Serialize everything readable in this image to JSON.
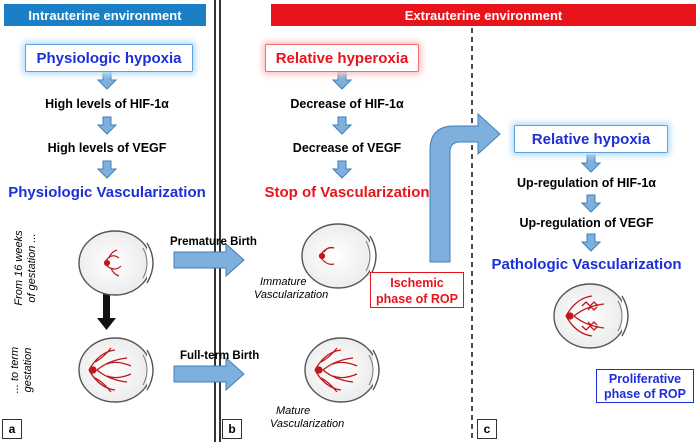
{
  "headers": {
    "intrauterine": "Intrauterine environment",
    "extrauterine": "Extrauterine environment"
  },
  "panel_a": {
    "box": "Physiologic hypoxia",
    "step1": "High levels of HIF-1α",
    "step2": "High levels of VEGF",
    "result": "Physiologic Vascularization",
    "side_top": [
      "From 16 weeks",
      "of gestation ..."
    ],
    "side_bottom": [
      "... to term",
      "gestation"
    ],
    "label": "a"
  },
  "panel_b": {
    "box": "Relative hyperoxia",
    "step1": "Decrease of HIF-1α",
    "step2": "Decrease of VEGF",
    "result": "Stop of Vascularization",
    "premature": "Premature Birth",
    "fullterm": "Full-term Birth",
    "immature": [
      "Immature",
      "Vascularization"
    ],
    "mature": [
      "Mature",
      "Vascularization"
    ],
    "ischemic": [
      "Ischemic",
      "phase of ROP"
    ],
    "label": "b"
  },
  "panel_c": {
    "box": "Relative hypoxia",
    "step1": "Up-regulation of HIF-1α",
    "step2": "Up-regulation of VEGF",
    "result": "Pathologic Vascularization",
    "proliferative": [
      "Proliferative",
      "phase of ROP"
    ],
    "label": "c"
  },
  "colors": {
    "blue_header": "#1a7fc4",
    "red_header": "#e8141b",
    "blue_text": "#1c2fd8",
    "red_text": "#e8141b",
    "arrow_fill": "#7fb0dd",
    "arrow_stroke": "#3f7fb8",
    "vessel": "#c0181b"
  }
}
